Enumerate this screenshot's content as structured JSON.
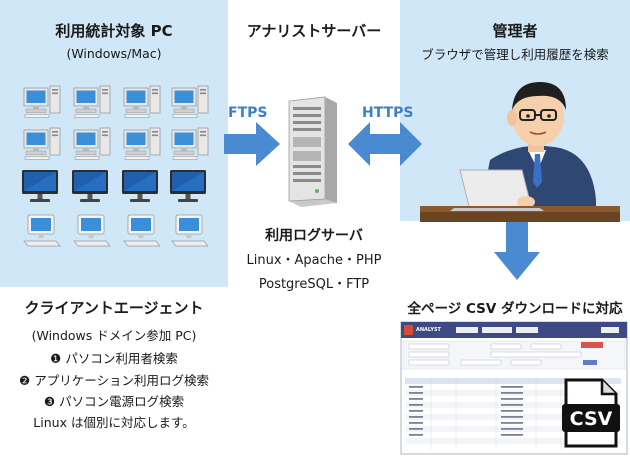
{
  "left_panel": {
    "title": "利用統計対象 PC",
    "subtitle": "(Windows/Mac)"
  },
  "center": {
    "title": "アナリストサーバー",
    "server_label": "利用ログサーバ",
    "stack_line1": "Linux・Apache・PHP",
    "stack_line2": "PostgreSQL・FTP"
  },
  "protocols": {
    "ftps": "FTPS",
    "https": "HTTPS"
  },
  "right_panel": {
    "title": "管理者",
    "subtitle": "ブラウザで管理し利用履歴を検索"
  },
  "agent": {
    "title": "クライアントエージェント",
    "note": "(Windows ドメイン参加 PC)",
    "items": [
      "❶ パソコン利用者検索",
      "❷ アプリケーション利用ログ検索",
      "❸ パソコン電源ログ検索"
    ],
    "linux_note": "Linux は個別に対応します。"
  },
  "csv": {
    "title": "全ページ CSV ダウンロードに対応",
    "badge": "CSV",
    "app_name": "ANALYST"
  },
  "colors": {
    "panel_bg": "#cfe7f7",
    "arrow": "#4a8ad0",
    "protocol_text": "#3f7fc1"
  }
}
